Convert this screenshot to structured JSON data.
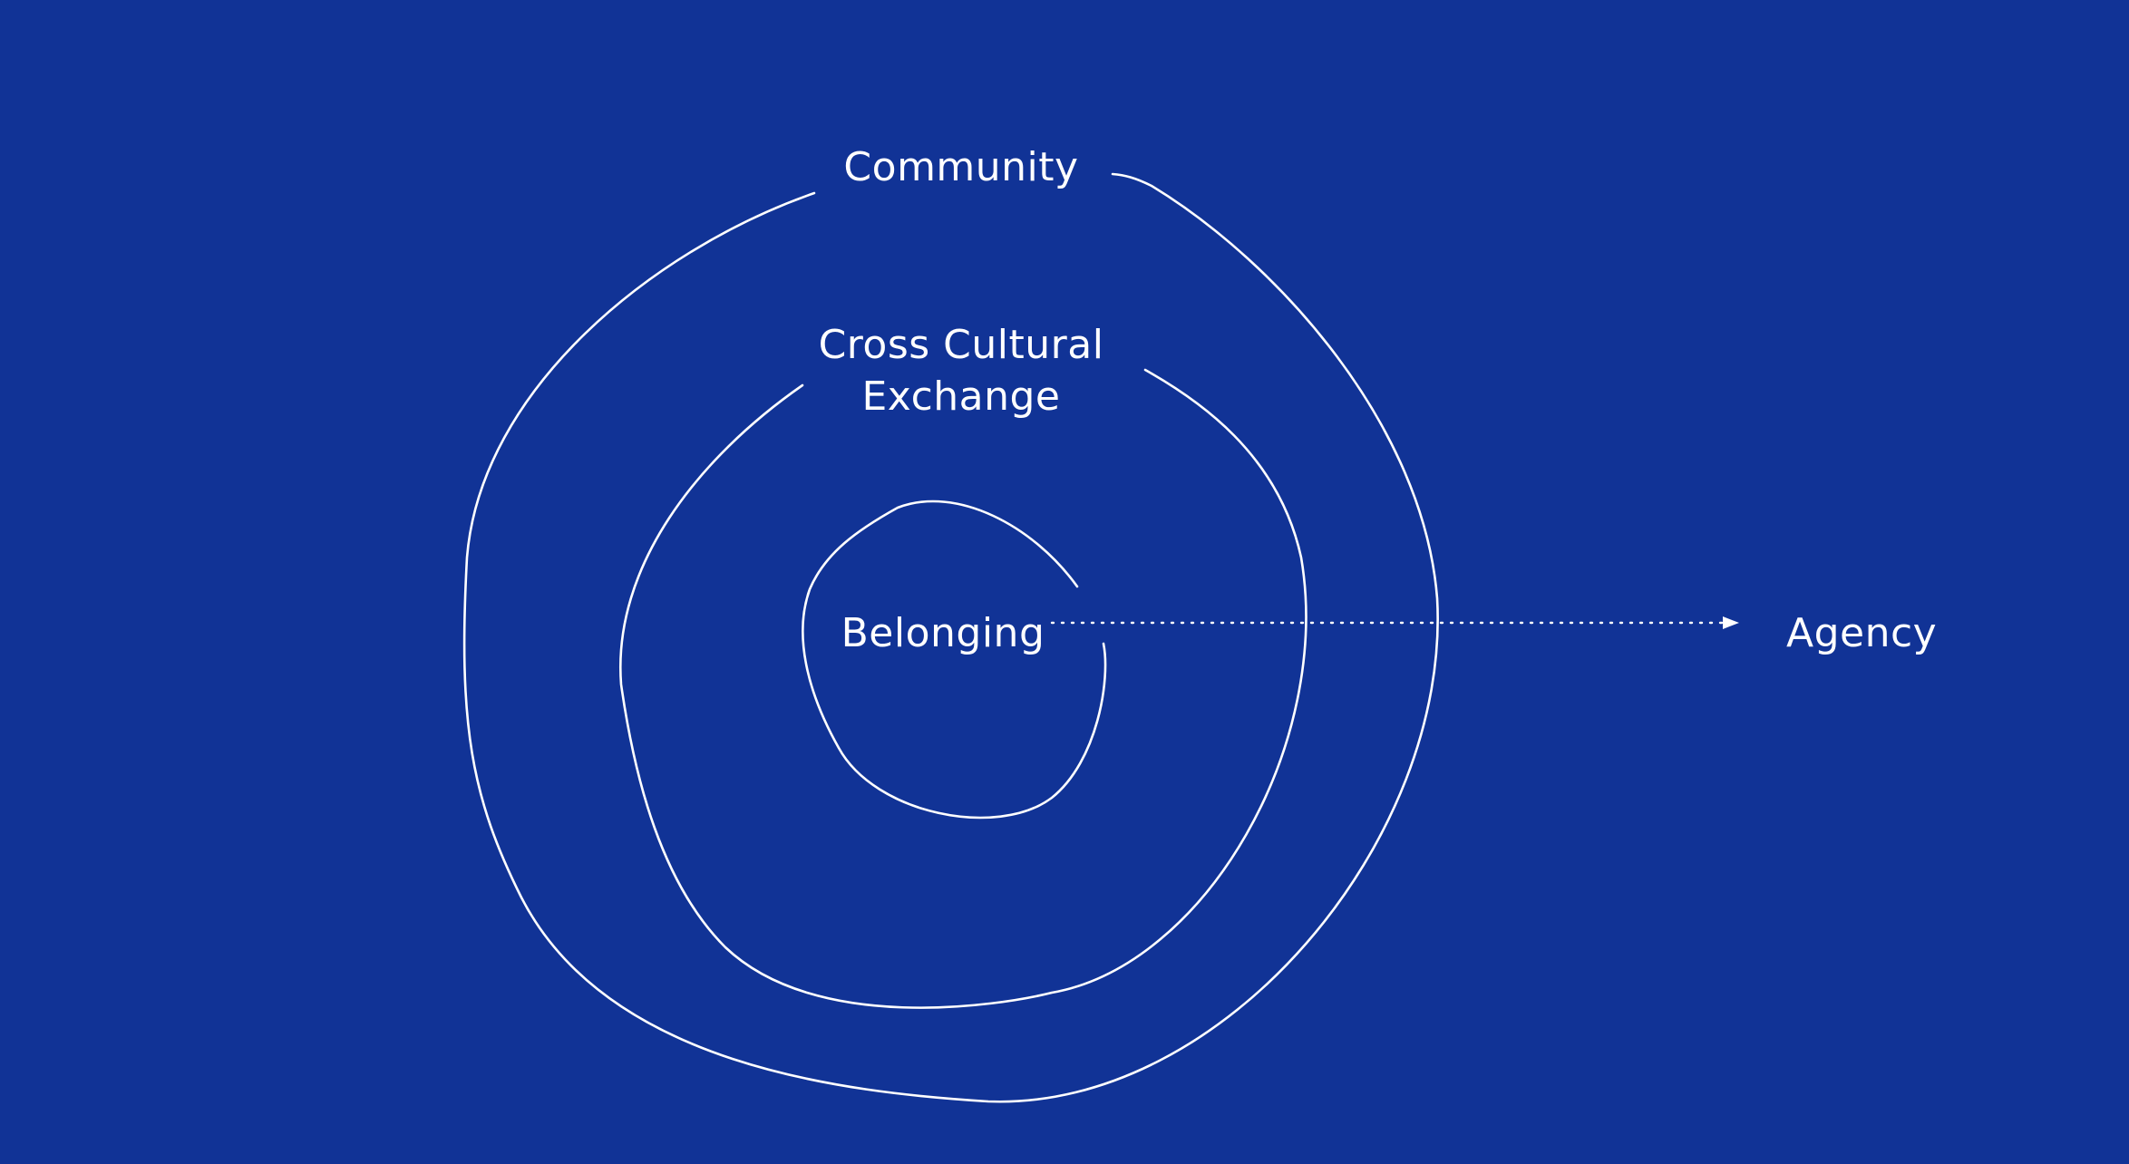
{
  "diagram": {
    "nodes": {
      "community": "Community",
      "cross_cultural_line1": "Cross Cultural",
      "cross_cultural_line2": "Exchange",
      "belonging": "Belonging",
      "agency": "Agency"
    },
    "edges": [
      {
        "from": "Belonging",
        "to": "Agency",
        "style": "dotted-arrow"
      }
    ],
    "structure": "nested-loops",
    "colors": {
      "background": "#113396",
      "stroke": "#ffffff",
      "text": "#ffffff"
    }
  }
}
